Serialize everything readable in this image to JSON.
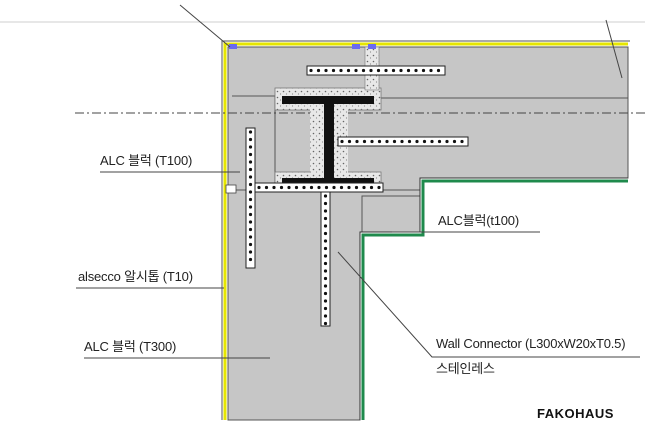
{
  "labels": {
    "alc_t100": "ALC 블럭 (T100)",
    "alc_t100_small": "ALC블럭(t100)",
    "alsecco": "alsecco 알시톱 (T10)",
    "alc_t300": "ALC 블럭 (T300)",
    "wall_connector_line1": "Wall Connector (L300xW20xT0.5)",
    "wall_connector_line2": "스테인레스"
  },
  "brand": "FAKOHAUS",
  "colors": {
    "block_fill": "#c6c6c6",
    "insulation_yellow": "#e6e600",
    "finish_green": "#1f8a4c",
    "steel_black": "#111111",
    "leader_line": "#444444"
  }
}
